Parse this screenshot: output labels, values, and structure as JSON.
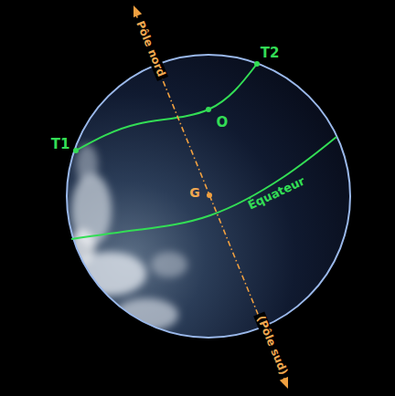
{
  "diagram": {
    "labels": [
      "Pôle nord",
      "T2",
      "T1",
      "O",
      "G",
      "Équateur",
      "(Pôle sud)"
    ]
  }
}
